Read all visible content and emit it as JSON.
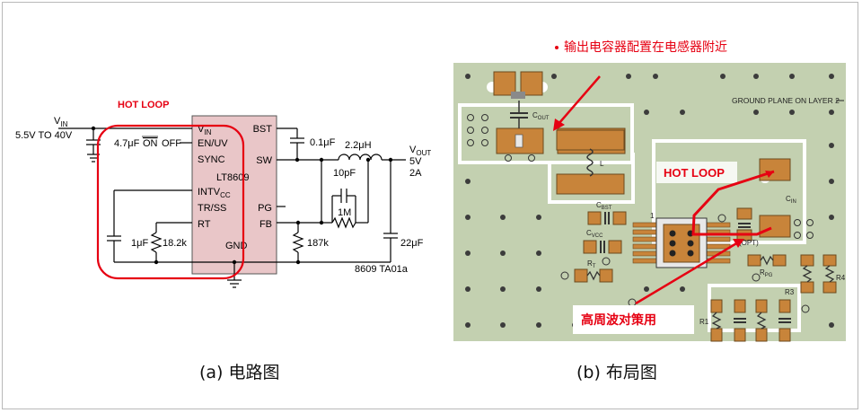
{
  "schematic": {
    "hot_loop_label": "HOT LOOP",
    "vin_label": "V",
    "vin_sub": "IN",
    "vin_range": "5.5V TO 40V",
    "chip_name": "LT8609",
    "pins_left": [
      "V",
      "EN/UV",
      "SYNC",
      "INTV",
      "TR/SS",
      "RT"
    ],
    "pin_vin_sub": "IN",
    "pin_intv_sub": "CC",
    "pins_right": [
      "BST",
      "SW",
      "PG",
      "FB"
    ],
    "pin_gnd": "GND",
    "on_off_on": "ON",
    "on_off_off": "OFF",
    "cap_in": "4.7μF",
    "cap_bst": "0.1μF",
    "inductor": "2.2μH",
    "vout_label": "V",
    "vout_sub": "OUT",
    "vout_value": "5V",
    "vout_current": "2A",
    "cap_ff": "10pF",
    "res_top": "1M",
    "res_bottom": "187k",
    "cap_out": "22μF",
    "cap_intvcc": "1μF",
    "res_rt": "18.2k",
    "drawing_code": "8609 TA01a"
  },
  "layout": {
    "note": "输出电容器配置在电感器附近",
    "ground_plane": "GROUND PLANE ON LAYER 2",
    "hot_loop_label": "HOT LOOP",
    "hf_label": "高周波对策用",
    "cout_label": "C",
    "cout_sub": "OUT",
    "l_label": "L",
    "cbst_label": "C",
    "cbst_sub": "BST",
    "cvcc_label": "C",
    "cvcc_sub": "VCC",
    "rt_label": "R",
    "rt_sub": "T",
    "cin_label": "C",
    "cin_sub": "IN",
    "opt_label": "(OPT)",
    "rpg_label": "R",
    "rpg_sub": "PG",
    "r1_label": "R1",
    "r3_label": "R3",
    "r4_label": "R4",
    "pin1_label": "1"
  },
  "captions": {
    "left": "(a) 电路图",
    "right": "(b) 布局图"
  },
  "colors": {
    "annotation_red": "#e60012",
    "chip_pink": "#e9c6c8",
    "board_green": "#c3d0b0",
    "pad_orange": "#c8843a"
  }
}
